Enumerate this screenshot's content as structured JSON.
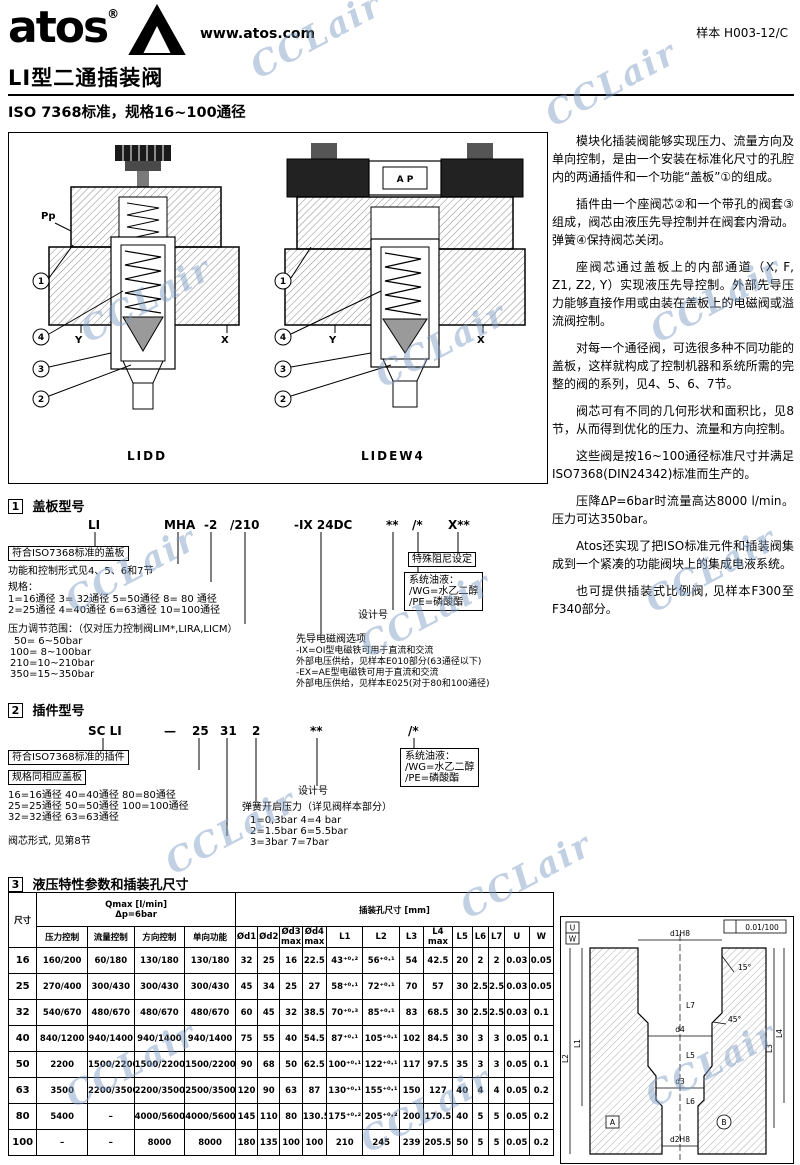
{
  "watermark": {
    "text": "CCLair"
  },
  "header": {
    "logo": "atos",
    "reg": "®",
    "website": "www.atos.com",
    "doc_ref": "样本  H003-12/C"
  },
  "title": {
    "main": "LI型二通插装阀",
    "sub": "ISO 7368标准，规格16~100通径"
  },
  "figure": {
    "left_caption": "LIDD",
    "right_caption": "LIDEW4",
    "pp": "Pp",
    "y": "Y",
    "x": "X",
    "ap": "A P",
    "callouts": {
      "n1": "1",
      "n2": "2",
      "n3": "3",
      "n4": "4"
    }
  },
  "intro": {
    "paragraphs": [
      "模块化插装阀能够实现压力、流量方向及单向控制，是由一个安装在标准化尺寸的孔腔内的两通插件和一个功能“盖板”①的组成。",
      "插件由一个座阀芯②和一个带孔的阀套③组成，阀芯由液压先导控制并在阀套内滑动。弹簧④保持阀芯关闭。",
      "座阀芯通过盖板上的内部通道（X, F, Z1, Z2, Y）实现液压先导控制。外部先导压力能够直接作用或由装在盖板上的电磁阀或溢流阀控制。",
      "对每一个通径阀，可选很多种不同功能的盖板，这样就构成了控制机器和系统所需的完整的阀的系列，见4、5、6、7节。",
      "阀芯可有不同的几何形状和面积比，见8节，从而得到优化的压力、流量和方向控制。",
      "这些阀是按16~100通径标准尺寸并满足ISO7368(DIN24342)标准而生产的。",
      "压降ΔP=6bar时流量高达8000 l/min。压力可达350bar。",
      "Atos还实现了把ISO标准元件和插装阀集成到一个紧凑的功能阀块上的集成电液系统。",
      "也可提供插装式比例阀, 见样本F300至F340部分。"
    ]
  },
  "section1": {
    "num": "1",
    "title": "盖板型号",
    "code": {
      "t1": "LI",
      "t2": "MHA",
      "t3": "-2",
      "t4": "/210",
      "t5": "-IX 24DC",
      "t6": "**",
      "t7": "/*",
      "t8": "X**"
    },
    "ann": {
      "cover": "符合ISO7368标准的盖板",
      "function": "功能和控制形式见4、5、6和7节",
      "size_title": "规格：",
      "size_l1": "1=16通径  3= 32通径  5=50通径  8= 80 通径",
      "size_l2": "2=25通径  4=40通径  6=63通径  10=100通径",
      "pressure_title": "压力调节范围：（仅对压力控制阀LIM*,LIRA,LICM）",
      "pressure_l1": "50=  6~50bar",
      "pressure_l2": "100=  8~100bar",
      "pressure_l3": "210=10~210bar",
      "pressure_l4": "350=15~350bar",
      "damping": "特殊阻尼设定",
      "fluid_title": "系统油液：",
      "fluid_l1": "/WG=水乙二醇",
      "fluid_l2": "/PE=磷酸酯",
      "design": "设计号",
      "solenoid_title": "先导电磁阀选项",
      "solenoid_l1": "-IX=OI型电磁铁可用于直流和交流",
      "solenoid_l2": "外部电压供给，见样本E010部分(63通径以下)",
      "solenoid_l3": "-EX=AE型电磁铁可用于直流和交流",
      "solenoid_l4": "外部电压供给，见样本E025(对于80和100通径)"
    }
  },
  "section2": {
    "num": "2",
    "title": "插件型号",
    "code": {
      "t1": "SC LI",
      "t2": "—",
      "t3": "25",
      "t4": "31",
      "t5": "2",
      "t6": "**",
      "t7": "/*"
    },
    "ann": {
      "cartridge": "符合ISO7368标准的插件",
      "size_title": "规格同相应盖板",
      "size_l1": "16=16通径  40=40通径  80=80通径",
      "size_l2": "25=25通径  50=50通径  100=100通径",
      "size_l3": "32=32通径  63=63通径",
      "poppet": "阀芯形式, 见第8节",
      "spring_title": "弹簧开启压力（详见阀样本部分）",
      "spring_l1": "1=0,3bar   4=4  bar",
      "spring_l2": "2=1.5bar   6=5.5bar",
      "spring_l3": "3=3bar    7=7bar",
      "design": "设计号",
      "fluid_title": "系统油液：",
      "fluid_l1": "/WG=水乙二醇",
      "fluid_l2": "/PE=磷酸酯"
    }
  },
  "section3": {
    "num": "3",
    "title": "液压特性参数和插装孔尺寸",
    "table": {
      "h_size": "尺寸",
      "h_qmax_1": "Qmax [l/min]",
      "h_qmax_2": "Δp=6bar",
      "h_holes": "插装孔尺寸 [mm]",
      "cols": [
        "压力控制",
        "流量控制",
        "方向控制",
        "单向功能",
        "Ød1",
        "Ød2",
        "Ød3 max",
        "Ød4 max",
        "L1",
        "L2",
        "L3",
        "L4 max",
        "L5",
        "L6",
        "L7",
        "U",
        "W"
      ],
      "rows": [
        [
          "16",
          "160/200",
          "60/180",
          "130/180",
          "130/180",
          "32",
          "25",
          "16",
          "22.5",
          "43⁺⁰·²",
          "56⁺⁰·¹",
          "54",
          "42.5",
          "20",
          "2",
          "2",
          "0.03",
          "0.05"
        ],
        [
          "25",
          "270/400",
          "300/430",
          "300/430",
          "300/430",
          "45",
          "34",
          "25",
          "27",
          "58⁺⁰·¹",
          "72⁺⁰·¹",
          "70",
          "57",
          "30",
          "2.5",
          "2.5",
          "0.03",
          "0.05"
        ],
        [
          "32",
          "540/670",
          "480/670",
          "480/670",
          "480/670",
          "60",
          "45",
          "32",
          "38.5",
          "70⁺⁰·³",
          "85⁺⁰·¹",
          "83",
          "68.5",
          "30",
          "2.5",
          "2.5",
          "0.03",
          "0.1"
        ],
        [
          "40",
          "840/1200",
          "940/1400",
          "940/1400",
          "940/1400",
          "75",
          "55",
          "40",
          "54.5",
          "87⁺⁰·¹",
          "105⁺⁰·¹",
          "102",
          "84.5",
          "30",
          "3",
          "3",
          "0.05",
          "0.1"
        ],
        [
          "50",
          "2200",
          "1500/2200",
          "1500/2200",
          "1500/2200",
          "90",
          "68",
          "50",
          "62.5",
          "100⁺⁰·¹",
          "122⁺⁰·¹",
          "117",
          "97.5",
          "35",
          "3",
          "3",
          "0.05",
          "0.1"
        ],
        [
          "63",
          "3500",
          "2200/3500",
          "2200/3500",
          "2500/3500",
          "120",
          "90",
          "63",
          "87",
          "130⁺⁰·¹",
          "155⁺⁰·¹",
          "150",
          "127",
          "40",
          "4",
          "4",
          "0.05",
          "0.2"
        ],
        [
          "80",
          "5400",
          "–",
          "4000/5600",
          "4000/5600",
          "145",
          "110",
          "80",
          "130.5",
          "175⁺⁰·²",
          "205⁺⁰·²",
          "200",
          "170.5",
          "40",
          "5",
          "5",
          "0.05",
          "0.2"
        ],
        [
          "100",
          "–",
          "–",
          "8000",
          "8000",
          "180",
          "135",
          "100",
          "100",
          "210",
          "245",
          "239",
          "205.5",
          "50",
          "5",
          "5",
          "0.05",
          "0.2"
        ]
      ]
    }
  },
  "drawing": {
    "d1": "d1H8",
    "d2": "d2H8",
    "d3": "d3",
    "d4": "d4",
    "l1": "L1",
    "l2": "L2",
    "l3": "L3",
    "l4": "L4",
    "l5": "L5",
    "l6": "L6",
    "l7": "L7",
    "a15": "15°",
    "a45": "45°",
    "tol": "0.01/100",
    "datum_a": "A",
    "datum_b": "B",
    "datum_u": "U",
    "datum_w": "W"
  }
}
